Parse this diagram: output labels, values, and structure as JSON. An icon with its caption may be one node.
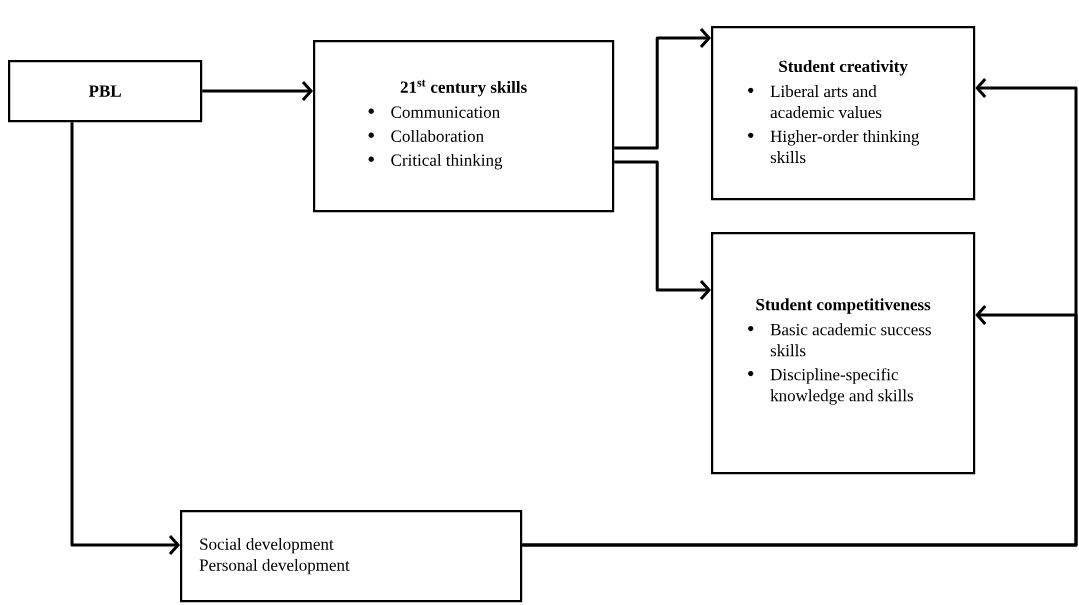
{
  "diagram": {
    "nodes": [
      {
        "text": [
          "PBL"
        ]
      },
      {
        "text": [
          "21$^{st}$ century skills",
          "Communication",
          "Collaboration",
          "Critical thinking"
        ]
      },
      {
        "text": [
          "Student creativity",
          "Liberal arts and academic values",
          "Higher-order thinking skills"
        ]
      },
      {
        "text": [
          "Student competitiveness",
          "Basic academic success skills",
          "Discipline-specific knowledge and skills"
        ]
      },
      {
        "text": [
          "Social development",
          "Personal development"
        ]
      }
    ],
    "edges": [
      {
        "from": 0,
        "to": 1,
        "arrow": "to"
      },
      {
        "from": 1,
        "to": 2,
        "arrow": "to"
      },
      {
        "from": 1,
        "to": 3,
        "arrow": "to"
      },
      {
        "from": 0,
        "to": 4,
        "arrow": "to"
      },
      {
        "from": 4,
        "to": 2,
        "arrow": "to"
      },
      {
        "from": 4,
        "to": 3,
        "arrow": "to"
      }
    ]
  }
}
